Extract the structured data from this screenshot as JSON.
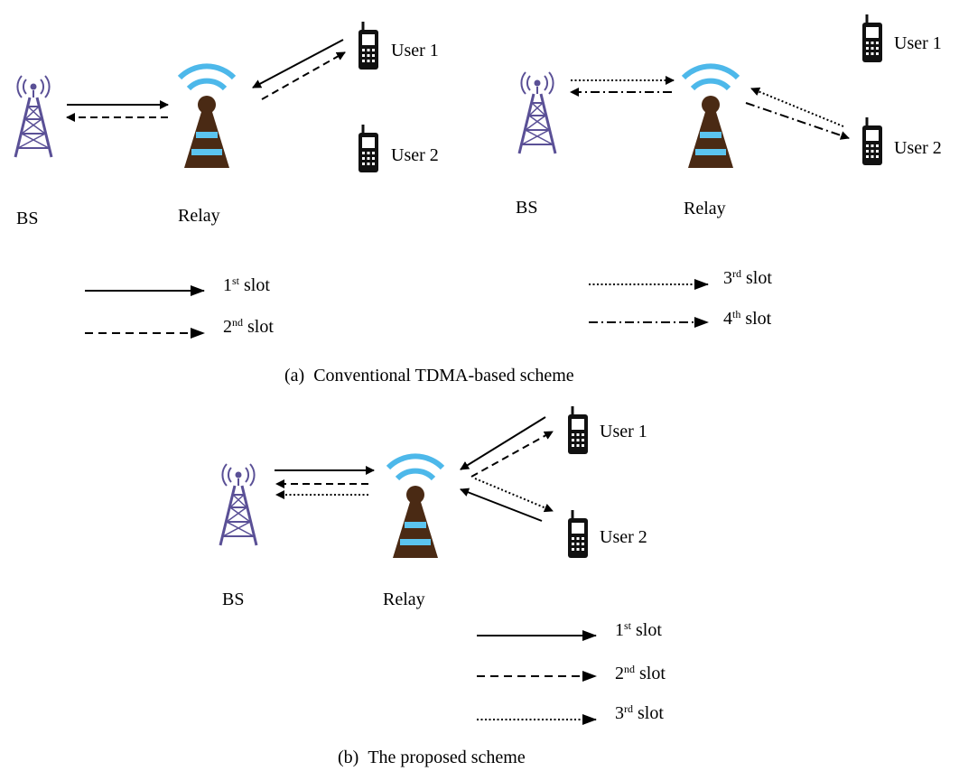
{
  "panel_a": {
    "left": {
      "bs_label": "BS",
      "relay_label": "Relay",
      "user1_label": "User 1",
      "user2_label": "User 2"
    },
    "right": {
      "bs_label": "BS",
      "relay_label": "Relay",
      "user1_label": "User 1",
      "user2_label": "User 2"
    },
    "legend": [
      {
        "num": "1",
        "sup": "st",
        "word": "slot",
        "style": "solid"
      },
      {
        "num": "2",
        "sup": "nd",
        "word": "slot",
        "style": "dashed"
      },
      {
        "num": "3",
        "sup": "rd",
        "word": "slot",
        "style": "dotted"
      },
      {
        "num": "4",
        "sup": "th",
        "word": "slot",
        "style": "dash-dot"
      }
    ],
    "caption_tag": "(a)",
    "caption": "Conventional TDMA-based scheme"
  },
  "panel_b": {
    "bs_label": "BS",
    "relay_label": "Relay",
    "user1_label": "User 1",
    "user2_label": "User 2",
    "legend": [
      {
        "num": "1",
        "sup": "st",
        "word": "slot",
        "style": "solid"
      },
      {
        "num": "2",
        "sup": "nd",
        "word": "slot",
        "style": "dashed"
      },
      {
        "num": "3",
        "sup": "rd",
        "word": "slot",
        "style": "dotted"
      }
    ],
    "caption_tag": "(b)",
    "caption": "The proposed scheme"
  },
  "colors": {
    "tower": "#5a5096",
    "relay_body": "#4a2a14",
    "relay_stripe": "#5bc4ef",
    "wifi": "#4db8ea",
    "phone": "#111111",
    "line": "#000000"
  },
  "icons": [
    "bs-tower-icon",
    "relay-tower-icon",
    "mobile-phone-icon"
  ]
}
